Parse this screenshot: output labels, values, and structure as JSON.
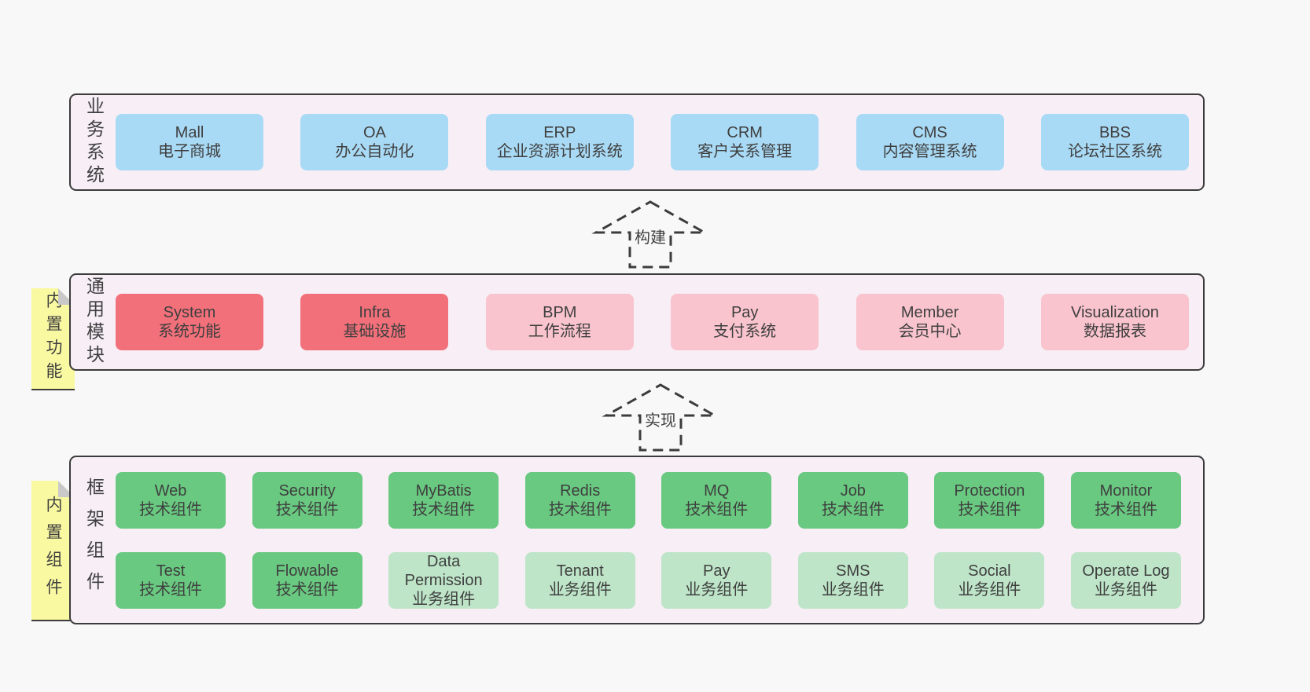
{
  "colors": {
    "page_bg": "#f8f8f8",
    "section_bg": "#f7eef6",
    "section_border": "#3c3c3c",
    "box_blue": "#a9daf5",
    "box_red": "#f2707a",
    "box_pink": "#f9c4ce",
    "box_green": "#69c980",
    "box_green_light": "#bee5c8",
    "note_bg": "#f9f9a2",
    "note_fold": "#c9c9c9",
    "text": "#3f3f3f"
  },
  "diagram": {
    "arrows": [
      {
        "label": "构建"
      },
      {
        "label": "实现"
      }
    ],
    "sections": [
      {
        "label": "业务系统",
        "rows": [
          [
            {
              "title": "Mall",
              "subtitle": "电子商城",
              "variant": "blue"
            },
            {
              "title": "OA",
              "subtitle": "办公自动化",
              "variant": "blue"
            },
            {
              "title": "ERP",
              "subtitle": "企业资源计划系统",
              "variant": "blue"
            },
            {
              "title": "CRM",
              "subtitle": "客户关系管理",
              "variant": "blue"
            },
            {
              "title": "CMS",
              "subtitle": "内容管理系统",
              "variant": "blue"
            },
            {
              "title": "BBS",
              "subtitle": "论坛社区系统",
              "variant": "blue"
            }
          ]
        ]
      },
      {
        "label": "通用模块",
        "note": "内置功能",
        "rows": [
          [
            {
              "title": "System",
              "subtitle": "系统功能",
              "variant": "red"
            },
            {
              "title": "Infra",
              "subtitle": "基础设施",
              "variant": "red"
            },
            {
              "title": "BPM",
              "subtitle": "工作流程",
              "variant": "pink"
            },
            {
              "title": "Pay",
              "subtitle": "支付系统",
              "variant": "pink"
            },
            {
              "title": "Member",
              "subtitle": "会员中心",
              "variant": "pink"
            },
            {
              "title": "Visualization",
              "subtitle": "数据报表",
              "variant": "pink"
            }
          ]
        ]
      },
      {
        "label": "框架组件",
        "note": "内置组件",
        "rows": [
          [
            {
              "title": "Web",
              "subtitle": "技术组件",
              "variant": "green"
            },
            {
              "title": "Security",
              "subtitle": "技术组件",
              "variant": "green"
            },
            {
              "title": "MyBatis",
              "subtitle": "技术组件",
              "variant": "green"
            },
            {
              "title": "Redis",
              "subtitle": "技术组件",
              "variant": "green"
            },
            {
              "title": "MQ",
              "subtitle": "技术组件",
              "variant": "green"
            },
            {
              "title": "Job",
              "subtitle": "技术组件",
              "variant": "green"
            },
            {
              "title": "Protection",
              "subtitle": "技术组件",
              "variant": "green"
            },
            {
              "title": "Monitor",
              "subtitle": "技术组件",
              "variant": "green"
            }
          ],
          [
            {
              "title": "Test",
              "subtitle": "技术组件",
              "variant": "green"
            },
            {
              "title": "Flowable",
              "subtitle": "技术组件",
              "variant": "green"
            },
            {
              "title": "Data Permission",
              "subtitle": "业务组件",
              "variant": "green-light"
            },
            {
              "title": "Tenant",
              "subtitle": "业务组件",
              "variant": "green-light"
            },
            {
              "title": "Pay",
              "subtitle": "业务组件",
              "variant": "green-light"
            },
            {
              "title": "SMS",
              "subtitle": "业务组件",
              "variant": "green-light"
            },
            {
              "title": "Social",
              "subtitle": "业务组件",
              "variant": "green-light"
            },
            {
              "title": "Operate Log",
              "subtitle": "业务组件",
              "variant": "green-light"
            }
          ]
        ]
      }
    ]
  }
}
